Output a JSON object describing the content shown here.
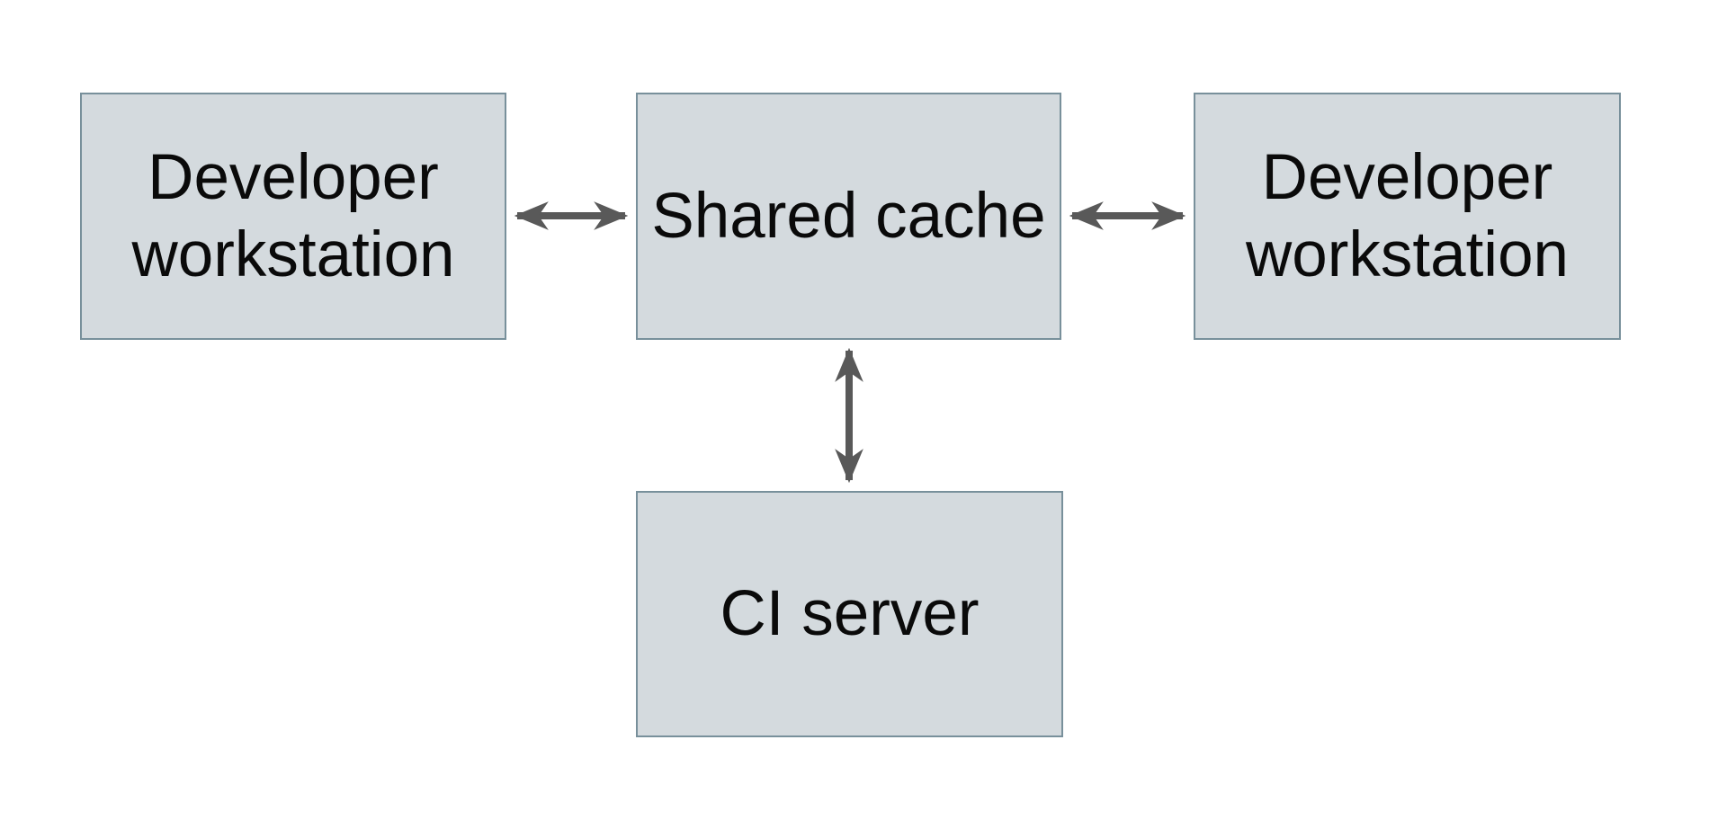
{
  "diagram": {
    "type": "architecture-diagram",
    "background": "#ffffff",
    "nodes": [
      {
        "id": "developer-workstation-left",
        "label": "Developer workstation"
      },
      {
        "id": "shared-cache",
        "label": "Shared cache"
      },
      {
        "id": "developer-workstation-right",
        "label": "Developer workstation"
      },
      {
        "id": "ci-server",
        "label": "CI server"
      }
    ],
    "edges": [
      {
        "from": "developer-workstation-left",
        "to": "shared-cache",
        "direction": "bidirectional",
        "orientation": "horizontal"
      },
      {
        "from": "shared-cache",
        "to": "developer-workstation-right",
        "direction": "bidirectional",
        "orientation": "horizontal"
      },
      {
        "from": "shared-cache",
        "to": "ci-server",
        "direction": "bidirectional",
        "orientation": "vertical"
      }
    ],
    "colors": {
      "node_fill": "#d4dade",
      "node_border": "#78909b",
      "arrow": "#595959",
      "text": "#0a0a0a"
    }
  }
}
